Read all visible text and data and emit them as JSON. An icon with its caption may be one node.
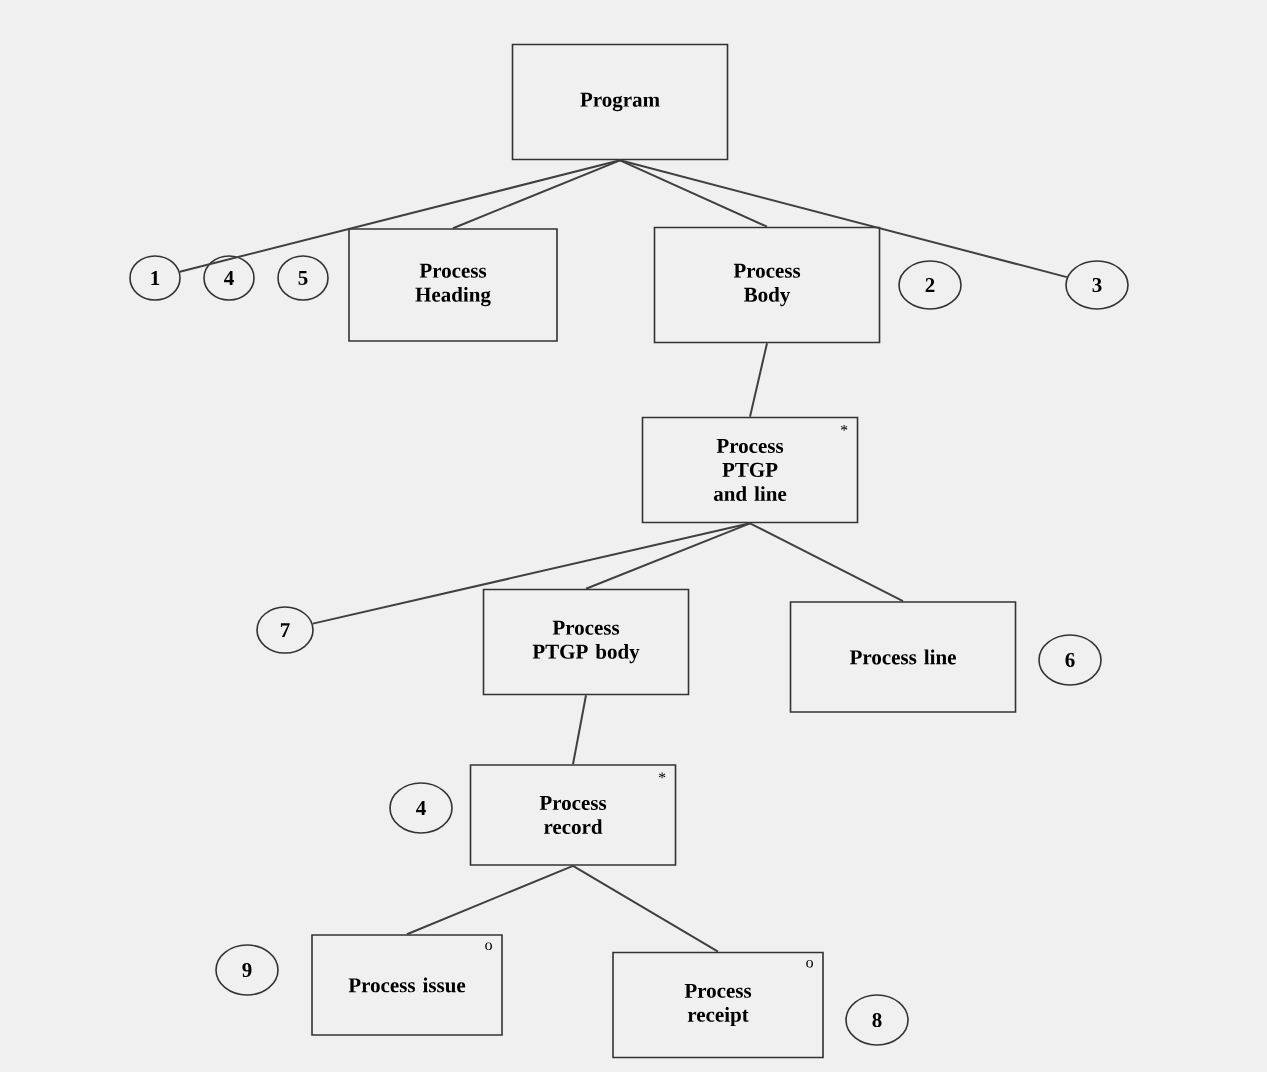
{
  "diagram": {
    "nodes": [
      {
        "text": [
          "Program"
        ]
      },
      {
        "text": [
          "1"
        ]
      },
      {
        "text": [
          "4"
        ]
      },
      {
        "text": [
          "5"
        ]
      },
      {
        "text": [
          "Process Heading"
        ]
      },
      {
        "text": [
          "Process Body"
        ]
      },
      {
        "text": [
          "2"
        ]
      },
      {
        "text": [
          "3"
        ]
      },
      {
        "text": [
          "Process PTGP and line",
          "*"
        ]
      },
      {
        "text": [
          "7"
        ]
      },
      {
        "text": [
          "Process PTGP body"
        ]
      },
      {
        "text": [
          "Process line"
        ]
      },
      {
        "text": [
          "6"
        ]
      },
      {
        "text": [
          "4"
        ]
      },
      {
        "text": [
          "Process record",
          "*"
        ]
      },
      {
        "text": [
          "9"
        ]
      },
      {
        "text": [
          "Process issue",
          "o"
        ]
      },
      {
        "text": [
          "Process receipt",
          "o"
        ]
      },
      {
        "text": [
          "8"
        ]
      }
    ],
    "edges": [
      {
        "from": 0,
        "to": 1,
        "arrow": "none"
      },
      {
        "from": 0,
        "to": 4,
        "arrow": "none"
      },
      {
        "from": 0,
        "to": 5,
        "arrow": "none"
      },
      {
        "from": 0,
        "to": 7,
        "arrow": "none"
      },
      {
        "from": 5,
        "to": 8,
        "arrow": "none"
      },
      {
        "from": 8,
        "to": 9,
        "arrow": "none"
      },
      {
        "from": 8,
        "to": 10,
        "arrow": "none"
      },
      {
        "from": 8,
        "to": 11,
        "arrow": "none"
      },
      {
        "from": 10,
        "to": 14,
        "arrow": "none"
      },
      {
        "from": 14,
        "to": 16,
        "arrow": "none"
      },
      {
        "from": 14,
        "to": 17,
        "arrow": "none"
      }
    ]
  }
}
